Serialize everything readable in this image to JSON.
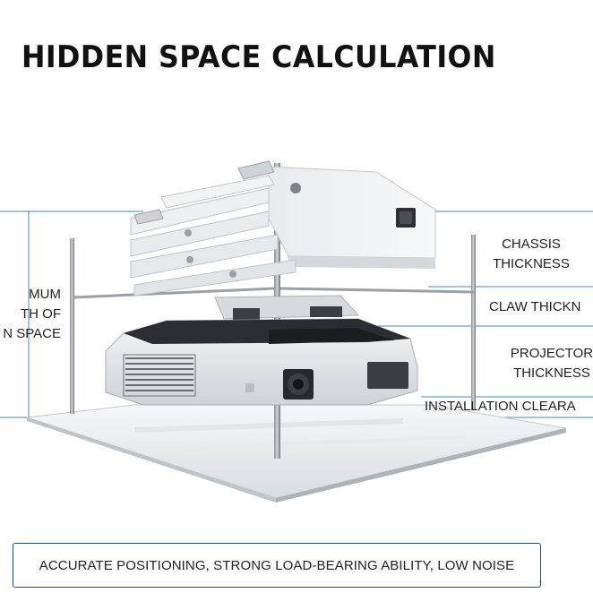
{
  "title": "HIDDEN SPACE CALCULATION",
  "left_label": {
    "line1": "MUM",
    "line2": "TH OF",
    "line3": "N SPACE"
  },
  "right_labels": {
    "chassis": {
      "line1": "CHASSIS",
      "line2": "THICKNESS"
    },
    "claw": "CLAW THICKN",
    "projector": {
      "line1": "PROJECTOR",
      "line2": "THICKNESS"
    },
    "installation": "INSTALLATION CLEARA"
  },
  "footer": "ACCURATE POSITIONING, STRONG LOAD-BEARING ABILITY, LOW NOISE",
  "colors": {
    "guide_line": "#4a86b5",
    "footer_border": "#1e4f6e",
    "text": "#222222"
  }
}
